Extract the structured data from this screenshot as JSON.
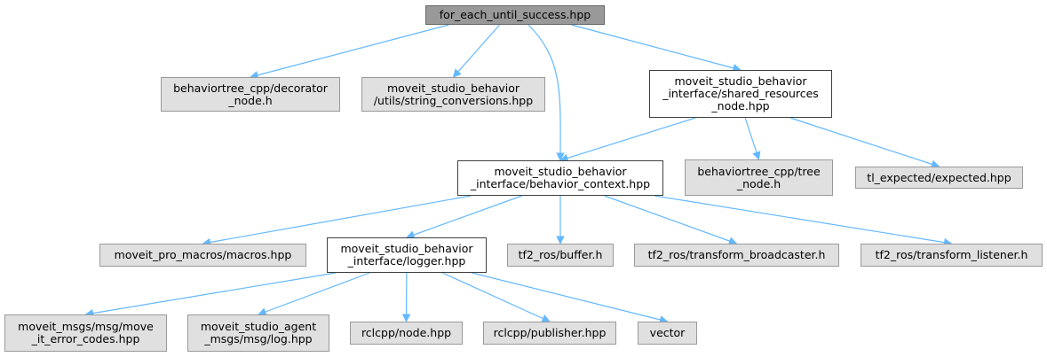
{
  "colors": {
    "edge": "#63b8ff",
    "root_fill": "#999999",
    "external_fill": "#e0e0e0",
    "documented_fill": "#ffffff"
  },
  "nodes": [
    {
      "id": "root",
      "lines": [
        "for_each_until_success.hpp"
      ],
      "kind": "root"
    },
    {
      "id": "bt_decorator",
      "lines": [
        "behaviortree_cpp/decorator",
        "_node.h"
      ],
      "kind": "external"
    },
    {
      "id": "string_conv",
      "lines": [
        "moveit_studio_behavior",
        "/utils/string_conversions.hpp"
      ],
      "kind": "external"
    },
    {
      "id": "shared_res",
      "lines": [
        "moveit_studio_behavior",
        "_interface/shared_resources",
        "_node.hpp"
      ],
      "kind": "documented"
    },
    {
      "id": "behavior_ctx",
      "lines": [
        "moveit_studio_behavior",
        "_interface/behavior_context.hpp"
      ],
      "kind": "documented"
    },
    {
      "id": "bt_tree_node",
      "lines": [
        "behaviortree_cpp/tree",
        "_node.h"
      ],
      "kind": "external"
    },
    {
      "id": "tl_expected",
      "lines": [
        "tl_expected/expected.hpp"
      ],
      "kind": "external"
    },
    {
      "id": "macros",
      "lines": [
        "moveit_pro_macros/macros.hpp"
      ],
      "kind": "external"
    },
    {
      "id": "logger",
      "lines": [
        "moveit_studio_behavior",
        "_interface/logger.hpp"
      ],
      "kind": "documented"
    },
    {
      "id": "tf2_buffer",
      "lines": [
        "tf2_ros/buffer.h"
      ],
      "kind": "external"
    },
    {
      "id": "tf2_broadcaster",
      "lines": [
        "tf2_ros/transform_broadcaster.h"
      ],
      "kind": "external"
    },
    {
      "id": "tf2_listener",
      "lines": [
        "tf2_ros/transform_listener.h"
      ],
      "kind": "external"
    },
    {
      "id": "move_it_error",
      "lines": [
        "moveit_msgs/msg/move",
        "_it_error_codes.hpp"
      ],
      "kind": "external"
    },
    {
      "id": "agent_log",
      "lines": [
        "moveit_studio_agent",
        "_msgs/msg/log.hpp"
      ],
      "kind": "external"
    },
    {
      "id": "rclcpp_node",
      "lines": [
        "rclcpp/node.hpp"
      ],
      "kind": "external"
    },
    {
      "id": "rclcpp_pub",
      "lines": [
        "rclcpp/publisher.hpp"
      ],
      "kind": "external"
    },
    {
      "id": "vector",
      "lines": [
        "vector"
      ],
      "kind": "external"
    }
  ],
  "edges": [
    [
      "root",
      "bt_decorator"
    ],
    [
      "root",
      "string_conv"
    ],
    [
      "root",
      "shared_res"
    ],
    [
      "root",
      "behavior_ctx"
    ],
    [
      "shared_res",
      "behavior_ctx"
    ],
    [
      "shared_res",
      "bt_tree_node"
    ],
    [
      "shared_res",
      "tl_expected"
    ],
    [
      "behavior_ctx",
      "macros"
    ],
    [
      "behavior_ctx",
      "logger"
    ],
    [
      "behavior_ctx",
      "tf2_buffer"
    ],
    [
      "behavior_ctx",
      "tf2_broadcaster"
    ],
    [
      "behavior_ctx",
      "tf2_listener"
    ],
    [
      "logger",
      "move_it_error"
    ],
    [
      "logger",
      "agent_log"
    ],
    [
      "logger",
      "rclcpp_node"
    ],
    [
      "logger",
      "rclcpp_pub"
    ],
    [
      "logger",
      "vector"
    ]
  ]
}
